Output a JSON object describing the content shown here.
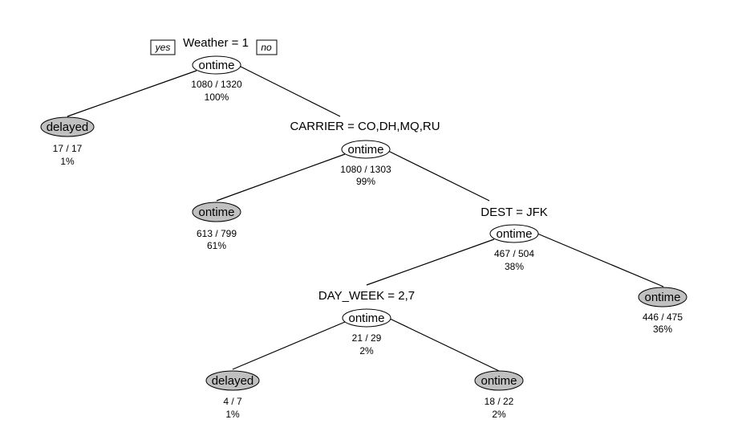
{
  "legend": {
    "yes": "yes",
    "no": "no"
  },
  "splits": {
    "root": "Weather = 1",
    "n2": "CARRIER = CO,DH,MQ,RU",
    "n3": "DEST = JFK",
    "n4": "DAY_WEEK = 2,7"
  },
  "nodes": {
    "root": {
      "class": "ontime",
      "count": "1080 / 1320",
      "pct": "100%"
    },
    "leaf1": {
      "class": "delayed",
      "count": "17 / 17",
      "pct": "1%"
    },
    "n2": {
      "class": "ontime",
      "count": "1080 / 1303",
      "pct": "99%"
    },
    "leaf2": {
      "class": "ontime",
      "count": "613 / 799",
      "pct": "61%"
    },
    "n3": {
      "class": "ontime",
      "count": "467 / 504",
      "pct": "38%"
    },
    "leaf3": {
      "class": "ontime",
      "count": "446 / 475",
      "pct": "36%"
    },
    "n4": {
      "class": "ontime",
      "count": "21 / 29",
      "pct": "2%"
    },
    "leaf4": {
      "class": "delayed",
      "count": "4 / 7",
      "pct": "1%"
    },
    "leaf5": {
      "class": "ontime",
      "count": "18 / 22",
      "pct": "2%"
    }
  },
  "colors": {
    "leaf_fill": "#c0c0c0",
    "internal_fill": "#ffffff",
    "stroke": "#000000"
  }
}
